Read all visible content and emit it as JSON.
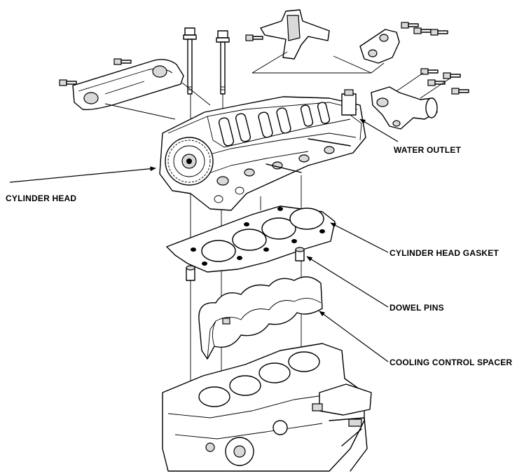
{
  "labels": {
    "water_outlet": "WATER OUTLET",
    "cylinder_head": "CYLINDER HEAD",
    "cylinder_head_gasket": "CYLINDER HEAD GASKET",
    "dowel_pins": "DOWEL PINS",
    "cooling_control_spacer": "COOLING CONTROL SPACER"
  }
}
